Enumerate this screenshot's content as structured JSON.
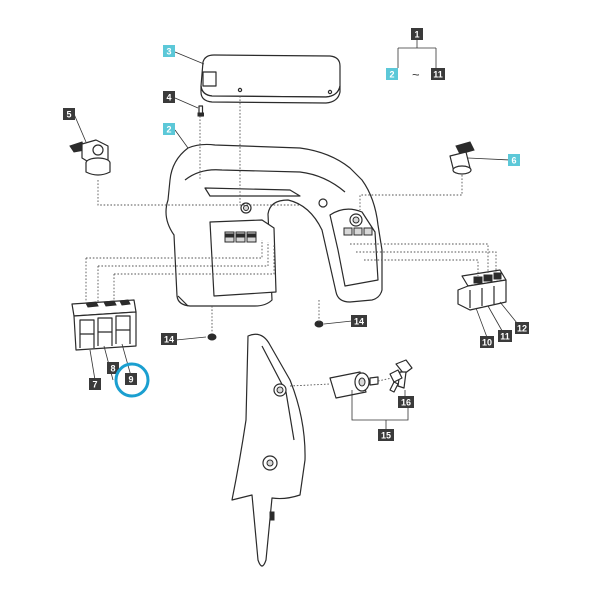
{
  "colors": {
    "callout_dark": "#3a3a3a",
    "callout_cyan": "#5cc8d8",
    "highlight": "#1a9fd0",
    "line": "#2b2b2b"
  },
  "callouts": {
    "c1": "1",
    "c2_range_start": "2",
    "c11_range_end": "11",
    "c3": "3",
    "c4": "4",
    "c2_fender": "2",
    "c5": "5",
    "c6": "6",
    "c7": "7",
    "c8": "8",
    "c9": "9",
    "c10": "10",
    "c11_switch": "11",
    "c12": "12",
    "c14_left": "14",
    "c14_right": "14",
    "c15": "15",
    "c16": "16"
  },
  "range_separator": "~"
}
